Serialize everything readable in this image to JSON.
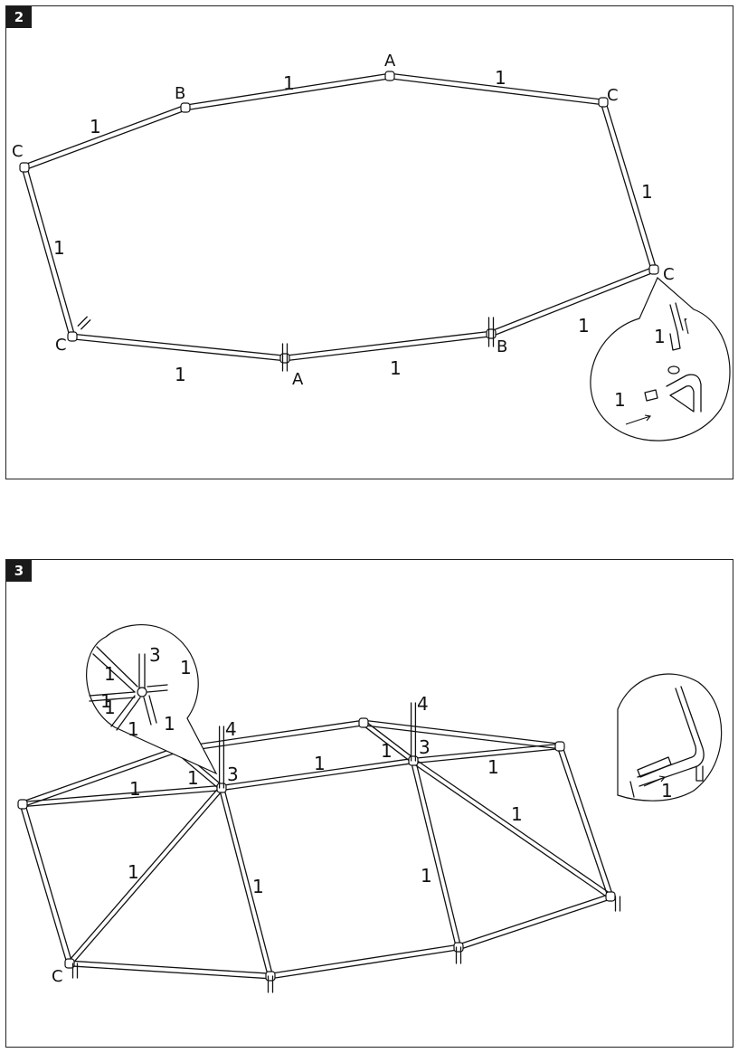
{
  "figures": [
    {
      "id": "2",
      "label": "2"
    },
    {
      "id": "3",
      "label": "3"
    }
  ],
  "fig2": {
    "part_labels": [
      "1",
      "1",
      "1",
      "1",
      "1",
      "1",
      "1",
      "1",
      "1",
      "1",
      "1"
    ],
    "joint_labels": [
      "A",
      "A",
      "B",
      "B",
      "C",
      "C",
      "C",
      "C"
    ]
  },
  "fig3": {
    "part_labels": [
      "1",
      "1",
      "1",
      "1",
      "1",
      "1",
      "1",
      "1",
      "1",
      "1",
      "1",
      "1",
      "1",
      "1",
      "1",
      "1"
    ],
    "pole_labels": [
      "3",
      "3",
      "3",
      "4",
      "4"
    ],
    "joint_labels": [
      "C"
    ]
  }
}
